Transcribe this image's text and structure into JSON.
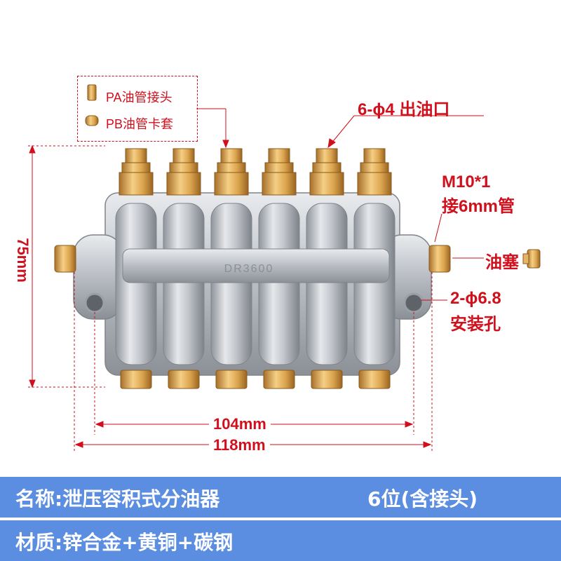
{
  "legend": {
    "item_pa": "PA油管接头",
    "item_pb": "PB油管卡套"
  },
  "annotations": {
    "outlets": "6-ϕ4 出油口",
    "thread_line1": "M10*1",
    "thread_line2": "接6mm管",
    "plug": "油塞",
    "mount_line1": "2-ϕ6.8",
    "mount_line2": "安装孔",
    "height": "75mm",
    "width_inner": "104mm",
    "width_outer": "118mm"
  },
  "product_marking": "DR3600",
  "info": {
    "name": "名称:泄压容积式分油器",
    "positions": "6位(含接头)",
    "material": "材质:锌合金+黄铜+碳钢"
  },
  "colors": {
    "annotation": "#d0101c",
    "band": "#5b8de0",
    "brass": "#d9a24a",
    "body": "#c9ccd1"
  }
}
